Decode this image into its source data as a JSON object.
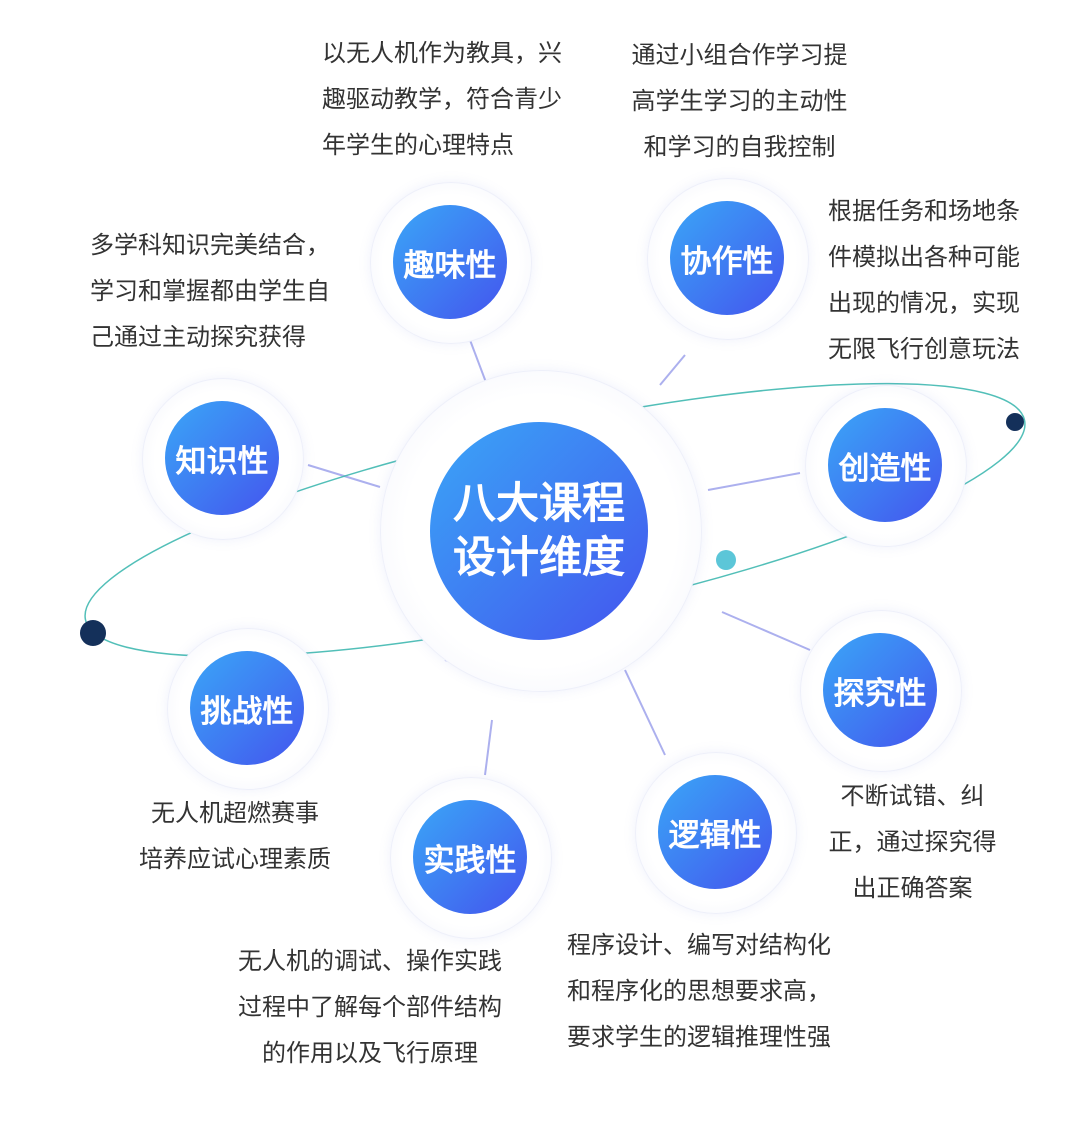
{
  "center": {
    "line1": "八大课程",
    "line2": "设计维度"
  },
  "nodes": [
    {
      "label": "趣味性",
      "desc": [
        "以无人机作为教具，兴",
        "趣驱动教学，符合青少",
        "年学生的心理特点"
      ]
    },
    {
      "label": "协作性",
      "desc": [
        "通过小组合作学习提",
        "高学生学习的主动性",
        "和学习的自我控制"
      ]
    },
    {
      "label": "知识性",
      "desc": [
        "多学科知识完美结合，",
        "学习和掌握都由学生自",
        "己通过主动探究获得"
      ]
    },
    {
      "label": "创造性",
      "desc": [
        "根据任务和场地条",
        "件模拟出各种可能",
        "出现的情况，实现",
        "无限飞行创意玩法"
      ]
    },
    {
      "label": "挑战性",
      "desc": [
        "无人机超燃赛事",
        "培养应试心理素质"
      ]
    },
    {
      "label": "探究性",
      "desc": [
        "不断试错、纠",
        "正，通过探究得",
        "出正确答案"
      ]
    },
    {
      "label": "实践性",
      "desc": [
        "无人机的调试、操作实践",
        "过程中了解每个部件结构",
        "的作用以及飞行原理"
      ]
    },
    {
      "label": "逻辑性",
      "desc": [
        "程序设计、编写对结构化",
        "和程序化的思想要求高，",
        "要求学生的逻辑推理性强"
      ]
    }
  ],
  "colors": {
    "gradient_start": "#3aa6f7",
    "gradient_end": "#4454ee",
    "orbit": "#3fb8b0",
    "text": "#333333"
  }
}
